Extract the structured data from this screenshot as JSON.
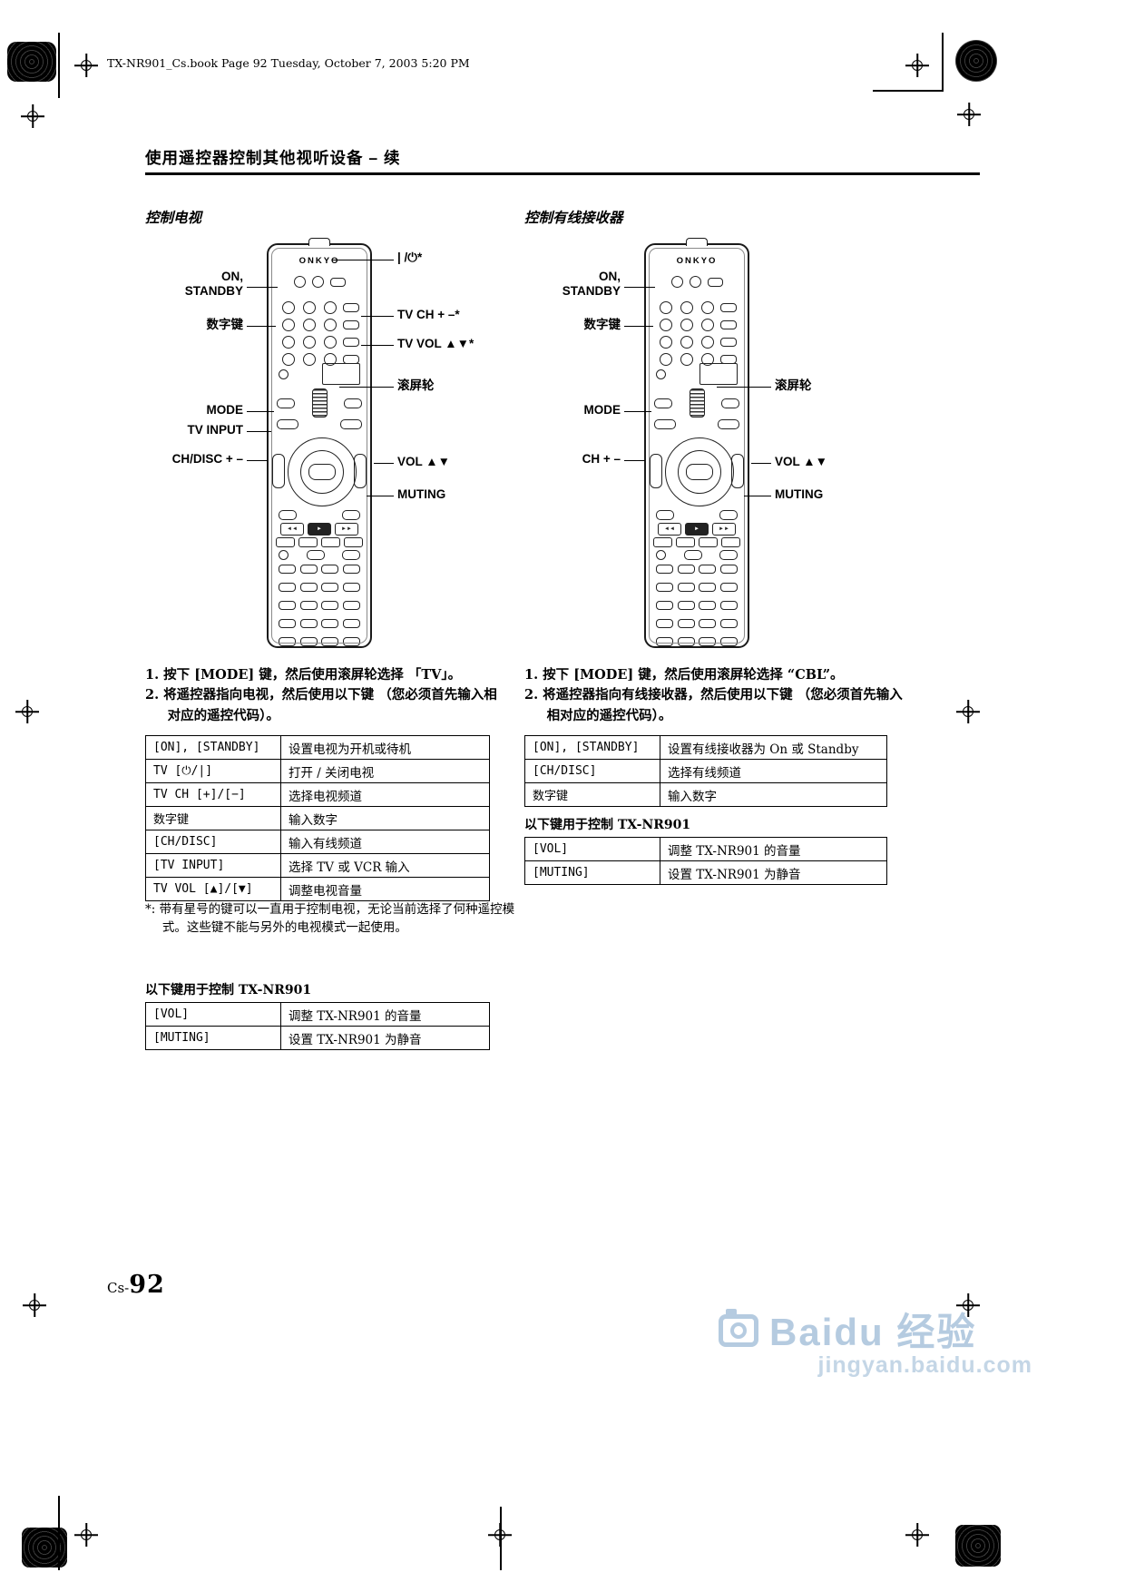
{
  "page": {
    "header": "TX-NR901_Cs.book  Page 92  Tuesday, October 7, 2003  5:20 PM",
    "title": "使用遥控器控制其他视听设备 – 续",
    "footer_prefix": "Cs-",
    "footer_number": "92",
    "watermark": {
      "text": "Baidu 经验",
      "url": "jingyan.baidu.com"
    }
  },
  "remote": {
    "brand": "ONKYO",
    "icons": {
      "rew": "◄◄",
      "play": "►",
      "ff": "►►"
    }
  },
  "left": {
    "section_title": "控制电视",
    "callouts": {
      "on_standby": "ON,\nSTANDBY",
      "numeric_keys": "数字键",
      "mode": "MODE",
      "tv_input": "TV INPUT",
      "ch_disc": "CH/DISC + –",
      "power": "| /⏻*",
      "tv_ch": "TV CH + –*",
      "tv_vol": "TV VOL ▲▼*",
      "wheel": "滚屏轮",
      "vol": "VOL ▲▼",
      "muting": "MUTING"
    },
    "steps": [
      "1. 按下 [MODE] 键，然后使用滚屏轮选择 「TV」。",
      "2. 将遥控器指向电视，然后使用以下键 （您必须首先输入相对应的遥控代码）。"
    ],
    "table1": [
      {
        "k": "[ON], [STANDBY]",
        "v": "设置电视为开机或待机"
      },
      {
        "k": "TV [⏻/|]",
        "v": "打开 / 关闭电视"
      },
      {
        "k": "TV CH [+]/[−]",
        "v": "选择电视频道"
      },
      {
        "k": "数字键",
        "v": "输入数字"
      },
      {
        "k": "[CH/DISC]",
        "v": "输入有线频道"
      },
      {
        "k": "[TV INPUT]",
        "v": "选择 TV 或 VCR 输入"
      },
      {
        "k": "TV VOL [▲]/[▼]",
        "v": "调整电视音量"
      }
    ],
    "footnote": "*: 带有星号的键可以一直用于控制电视，无论当前选择了何种遥控模式。这些键不能与另外的电视模式一起使用。",
    "subheading": "以下键用于控制 TX-NR901",
    "table2": [
      {
        "k": "[VOL]",
        "v": "调整 TX-NR901 的音量"
      },
      {
        "k": "[MUTING]",
        "v": "设置 TX-NR901 为静音"
      }
    ]
  },
  "right": {
    "section_title": "控制有线接收器",
    "callouts": {
      "on_standby": "ON,\nSTANDBY",
      "numeric_keys": "数字键",
      "mode": "MODE",
      "ch": "CH + –",
      "wheel": "滚屏轮",
      "vol": "VOL ▲▼",
      "muting": "MUTING"
    },
    "steps": [
      "1. 按下 [MODE] 键，然后使用滚屏轮选择 “CBL”。",
      "2. 将遥控器指向有线接收器，然后使用以下键 （您必须首先输入相对应的遥控代码）。"
    ],
    "table1": [
      {
        "k": "[ON], [STANDBY]",
        "v": "设置有线接收器为 On 或 Standby"
      },
      {
        "k": "[CH/DISC]",
        "v": "选择有线频道"
      },
      {
        "k": "数字键",
        "v": "输入数字"
      }
    ],
    "subheading": "以下键用于控制 TX-NR901",
    "table2": [
      {
        "k": "[VOL]",
        "v": "调整 TX-NR901 的音量"
      },
      {
        "k": "[MUTING]",
        "v": "设置 TX-NR901 为静音"
      }
    ]
  }
}
